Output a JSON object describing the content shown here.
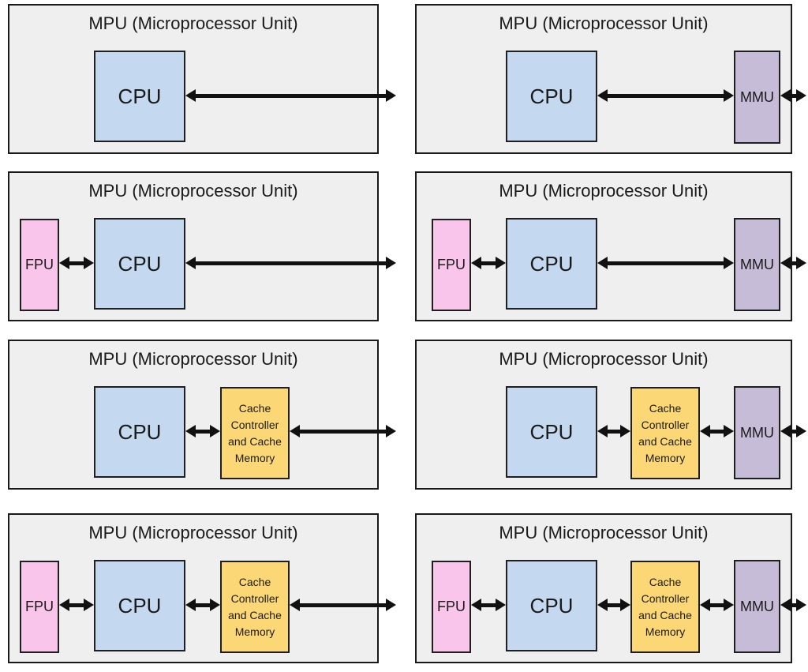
{
  "colors": {
    "panel_background": "#efefef",
    "panel_border": "#1a1a1a",
    "cpu_fill": "#c4d8ef",
    "fpu_fill": "#fac5eb",
    "cache_fill": "#fbd775",
    "mmu_fill": "#c6bcd8",
    "arrow": "#111111",
    "text": "#1a1a1a"
  },
  "panels": [
    {
      "title": "MPU (Microprocessor Unit)",
      "blocks": {
        "cpu": "CPU"
      }
    },
    {
      "title": "MPU (Microprocessor Unit)",
      "blocks": {
        "cpu": "CPU",
        "mmu": "MMU"
      }
    },
    {
      "title": "MPU (Microprocessor Unit)",
      "blocks": {
        "fpu": "FPU",
        "cpu": "CPU"
      }
    },
    {
      "title": "MPU (Microprocessor Unit)",
      "blocks": {
        "fpu": "FPU",
        "cpu": "CPU",
        "mmu": "MMU"
      }
    },
    {
      "title": "MPU (Microprocessor Unit)",
      "blocks": {
        "cpu": "CPU",
        "cache": "Cache Controller and Cache Memory"
      }
    },
    {
      "title": "MPU (Microprocessor Unit)",
      "blocks": {
        "cpu": "CPU",
        "cache": "Cache Controller and Cache Memory",
        "mmu": "MMU"
      }
    },
    {
      "title": "MPU (Microprocessor Unit)",
      "blocks": {
        "fpu": "FPU",
        "cpu": "CPU",
        "cache": "Cache Controller and Cache Memory"
      }
    },
    {
      "title": "MPU (Microprocessor Unit)",
      "blocks": {
        "fpu": "FPU",
        "cpu": "CPU",
        "cache": "Cache Controller and Cache Memory",
        "mmu": "MMU"
      }
    }
  ]
}
